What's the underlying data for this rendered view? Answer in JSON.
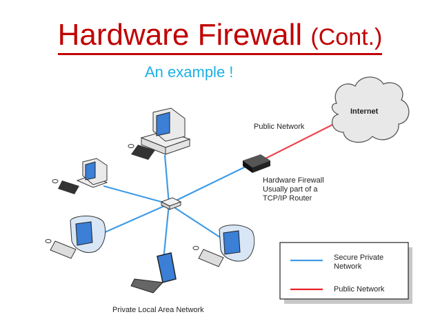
{
  "title": {
    "main": "Hardware Firewall",
    "sub": "(Cont.)"
  },
  "subtitle": "An example !",
  "diagram": {
    "nodes": {
      "internet": "Internet",
      "firewall": [
        "Hardware Firewall",
        "Usually part of a",
        "TCP/IP Router"
      ],
      "public_network_label": "Public Network",
      "lan_label": "Private Local Area Network"
    },
    "legend": {
      "items": [
        {
          "label": [
            "Secure Private",
            "Network"
          ],
          "color": "#3f9be6"
        },
        {
          "label": [
            "Public Network"
          ],
          "color": "#e8202a"
        }
      ]
    },
    "colors": {
      "secure": "#3f9be6",
      "public": "#f0454c"
    }
  }
}
